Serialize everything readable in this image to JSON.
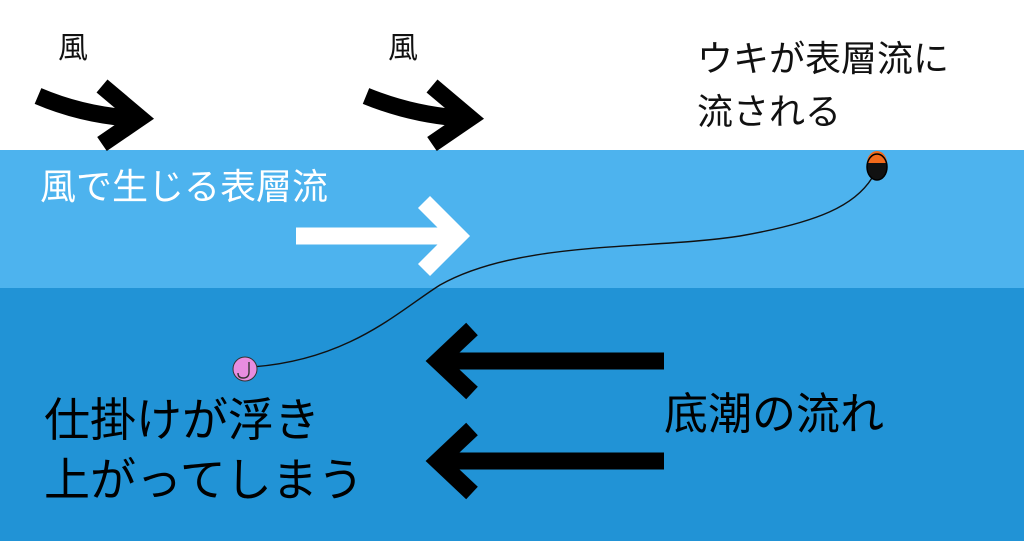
{
  "labels": {
    "wind_left": "風",
    "wind_right": "風",
    "float_line1": "ウキが表層流に",
    "float_line2": "流される",
    "surface_current": "風で生じる表層流",
    "bottom_current": "底潮の流れ",
    "rig_line1": "仕掛けが浮き",
    "rig_line2": "上がってしまう"
  },
  "colors": {
    "sky": "#ffffff",
    "surface_water": "#4db3ee",
    "deep_water": "#2193d6",
    "arrow_dark": "#000000",
    "arrow_light": "#ffffff",
    "float_top": "#f26a1b",
    "float_body": "#111111",
    "hook_ball": "#e88de0"
  },
  "icons": {
    "wind_arrows": "curved-arrow-right",
    "surface_arrow": "arrow-right",
    "bottom_arrows": "arrow-left",
    "float": "fishing-float",
    "hook": "fishing-hook"
  }
}
